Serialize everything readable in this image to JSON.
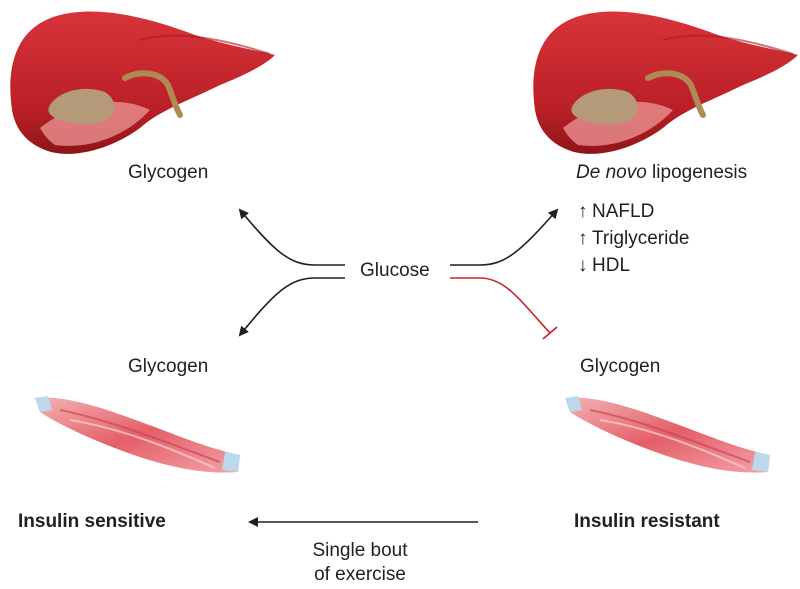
{
  "colors": {
    "liver_red": "#c8262b",
    "liver_dark": "#8f1518",
    "gallbladder": "#b59a7a",
    "muscle": "#e06a73",
    "tendon": "#bcd8ec",
    "line_black": "#231f20",
    "line_red": "#c8262b"
  },
  "icons": {
    "liver": "liver-illustration",
    "muscle": "muscle-illustration"
  },
  "center": {
    "glucose": "Glucose"
  },
  "left": {
    "liver_product": "Glycogen",
    "muscle_product": "Glycogen",
    "state": "Insulin sensitive"
  },
  "right": {
    "liver_product_italic": "De novo",
    "liver_product_rest": " lipogenesis",
    "effects": [
      {
        "symbol": "↑",
        "text": "NAFLD"
      },
      {
        "symbol": "↑",
        "text": "Triglyceride"
      },
      {
        "symbol": "↓",
        "text": "HDL"
      }
    ],
    "muscle_product": "Glycogen",
    "state": "Insulin resistant"
  },
  "bottom": {
    "exercise_line1": "Single bout",
    "exercise_line2": "of exercise"
  }
}
